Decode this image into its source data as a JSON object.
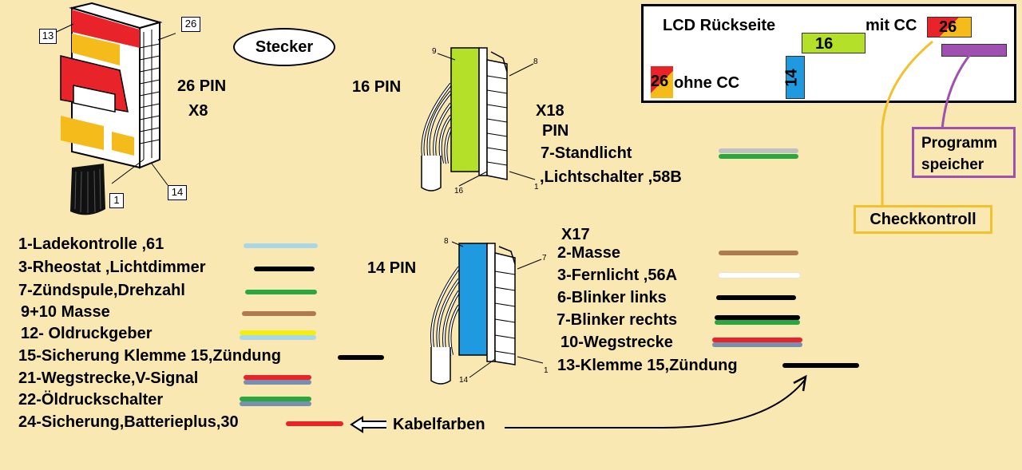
{
  "colors": {
    "background": "#f9e8b1",
    "red": "#e8242a",
    "yellow_orange": "#f4bb1a",
    "lime": "#b4e02a",
    "blue": "#1f9ae0",
    "purple": "#a050b0",
    "check_yellow": "#f2c12e",
    "light_blue": "#a8d8e8",
    "black": "#000000",
    "green": "#2aa840",
    "brown": "#b07a50",
    "yellow": "#f4ee10",
    "grey_blue": "#7a8fb0",
    "white": "#ffffff",
    "silver": "#c0c0c0"
  },
  "connector26": {
    "pin_top_left": "13",
    "pin_top_right": "26",
    "pin_bottom_left": "1",
    "pin_bottom_right": "14",
    "label_pins": "26 PIN",
    "label_name": "X8"
  },
  "stecker_label": "Stecker",
  "connector16": {
    "label_pins": "16 PIN",
    "pin_9": "9",
    "pin_8": "8",
    "pin_16": "16",
    "pin_1": "1",
    "name": "X18",
    "pin_word": "PIN",
    "line1": "7-Standlicht",
    "line2": ",Lichtschalter ,58B"
  },
  "connector14": {
    "label_pins": "14 PIN",
    "pin_8": "8",
    "pin_7": "7",
    "pin_14": "14",
    "pin_1": "1",
    "name": "X17"
  },
  "x8_pins": [
    {
      "text": "1-Ladekontrolle  ,61",
      "wire": [
        "#a8d8e8"
      ]
    },
    {
      "text": "3-Rheostat ,Lichtdimmer",
      "wire": [
        "#000000"
      ]
    },
    {
      "text": "7-Zündspule,Drehzahl",
      "wire": [
        "#2aa840"
      ]
    },
    {
      "text": "9+10 Masse",
      "wire": [
        "#b07a50"
      ]
    },
    {
      "text": "12- Oldruckgeber",
      "wire": [
        "#f4ee10",
        "#a8d8e8"
      ]
    },
    {
      "text": "15-Sicherung Klemme 15,Zündung",
      "wire": [
        "#000000"
      ]
    },
    {
      "text": "21-Wegstrecke,V-Signal",
      "wire": [
        "#e8242a",
        "#7a8fb0"
      ]
    },
    {
      "text": "22-Öldruckschalter",
      "wire": [
        "#2aa840",
        "#7a8fb0"
      ]
    },
    {
      "text": "24-Sicherung,Batterieplus,30",
      "wire": [
        "#e8242a"
      ]
    }
  ],
  "x17_pins": [
    {
      "text": "2-Masse",
      "wire": [
        "#b07a50"
      ]
    },
    {
      "text": "3-Fernlicht ,56A",
      "wire": [
        "#ffffff"
      ]
    },
    {
      "text": "6-Blinker links",
      "wire": [
        "#000000"
      ]
    },
    {
      "text": "7-Blinker rechts",
      "wire": [
        "#000000",
        "#2aa840"
      ]
    },
    {
      "text": "10-Wegstrecke",
      "wire": [
        "#e8242a",
        "#7a8fb0"
      ]
    },
    {
      "text": "13-Klemme 15,Zündung",
      "wire": [
        "#000000"
      ]
    }
  ],
  "kabelfarben": "Kabelfarben",
  "lcd": {
    "title": "LCD Rückseite",
    "mit_cc": "mit CC",
    "pin_26_mit": "26",
    "pin_16": "16",
    "pin_14": "14",
    "pin_26_ohne": "26",
    "ohne_cc": "ohne CC"
  },
  "programm": {
    "line1": "Programm",
    "line2": "speicher"
  },
  "checkkontroll": "Checkkontroll"
}
